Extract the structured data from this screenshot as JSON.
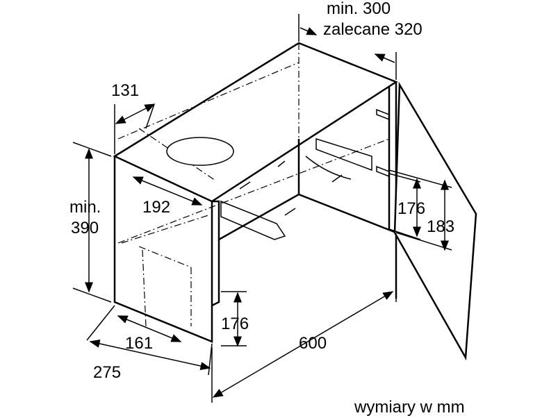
{
  "labels": {
    "min_300": "min. 300",
    "recommended_320": "zalecane 320",
    "d131": "131",
    "min": "min.",
    "d390": "390",
    "d192": "192",
    "d176_right": "176",
    "d183": "183",
    "d176_bottom": "176",
    "d161": "161",
    "d275": "275",
    "d600": "600",
    "units": "wymiary w mm"
  }
}
